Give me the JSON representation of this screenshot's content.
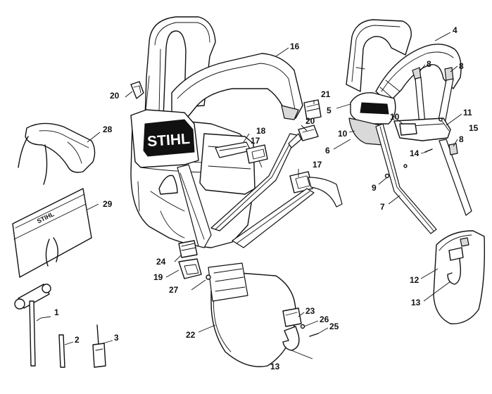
{
  "brand": {
    "main_logo": "STIHL",
    "harness_logo": "STIHL",
    "pouch_logo": "STIHL"
  },
  "icons": [
    "combination-wrench-icon",
    "screwdriver-icon",
    "safety-glasses-icon",
    "tool-pouch-icon",
    "snap-hook-icon",
    "buckle-icon"
  ],
  "callouts": [
    {
      "id": "c1",
      "label": "1"
    },
    {
      "id": "c2",
      "label": "2"
    },
    {
      "id": "c3",
      "label": "3"
    },
    {
      "id": "c4",
      "label": "4"
    },
    {
      "id": "c5",
      "label": "5"
    },
    {
      "id": "c6",
      "label": "6"
    },
    {
      "id": "c7",
      "label": "7"
    },
    {
      "id": "c8a",
      "label": "8"
    },
    {
      "id": "c8b",
      "label": "8"
    },
    {
      "id": "c8c",
      "label": "8"
    },
    {
      "id": "c9",
      "label": "9"
    },
    {
      "id": "c10a",
      "label": "10"
    },
    {
      "id": "c10b",
      "label": "10"
    },
    {
      "id": "c11",
      "label": "11"
    },
    {
      "id": "c12",
      "label": "12"
    },
    {
      "id": "c13a",
      "label": "13"
    },
    {
      "id": "c13b",
      "label": "13"
    },
    {
      "id": "c14",
      "label": "14"
    },
    {
      "id": "c15",
      "label": "15"
    },
    {
      "id": "c16",
      "label": "16"
    },
    {
      "id": "c17a",
      "label": "17"
    },
    {
      "id": "c17b",
      "label": "17"
    },
    {
      "id": "c18",
      "label": "18"
    },
    {
      "id": "c19",
      "label": "19"
    },
    {
      "id": "c20a",
      "label": "20"
    },
    {
      "id": "c20b",
      "label": "20"
    },
    {
      "id": "c21",
      "label": "21"
    },
    {
      "id": "c22",
      "label": "22"
    },
    {
      "id": "c23",
      "label": "23"
    },
    {
      "id": "c24",
      "label": "24"
    },
    {
      "id": "c25",
      "label": "25"
    },
    {
      "id": "c26",
      "label": "26"
    },
    {
      "id": "c27",
      "label": "27"
    },
    {
      "id": "c28",
      "label": "28"
    },
    {
      "id": "c29",
      "label": "29"
    }
  ]
}
